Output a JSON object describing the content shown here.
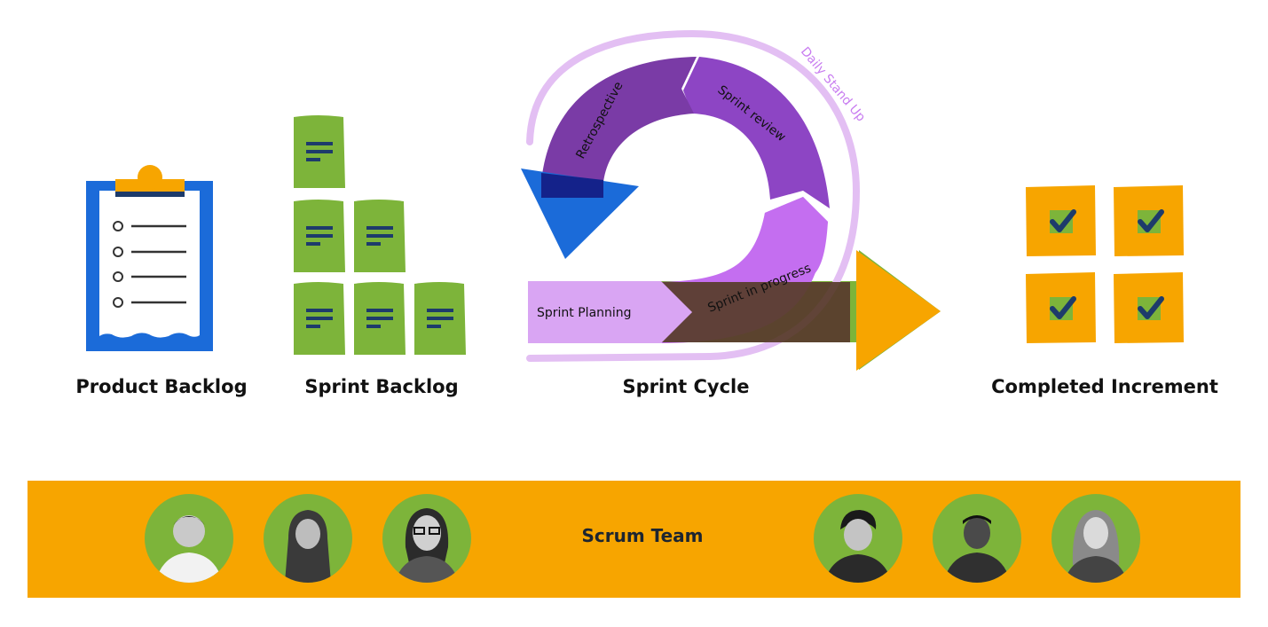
{
  "columns": {
    "product_backlog": "Product Backlog",
    "sprint_backlog": "Sprint Backlog",
    "sprint_cycle": "Sprint Cycle",
    "completed_increment": "Completed Increment"
  },
  "cycle": {
    "planning": "Sprint Planning",
    "in_progress": "Sprint in progress",
    "review": "Sprint review",
    "retrospective": "Retrospective",
    "standup": "Daily Stand Up"
  },
  "team": {
    "label": "Scrum Team",
    "members": [
      "avatar-1",
      "avatar-2",
      "avatar-3",
      "avatar-4",
      "avatar-5",
      "avatar-6"
    ]
  },
  "colors": {
    "blue": "#1b6bd9",
    "green": "#7db43a",
    "orange": "#f7a500",
    "lavender": "#d9a5f3",
    "purple": "#7d3fa8",
    "navy": "#1d3b6b"
  },
  "icons": [
    "clipboard-icon",
    "document-icon",
    "checkbox-icon"
  ]
}
